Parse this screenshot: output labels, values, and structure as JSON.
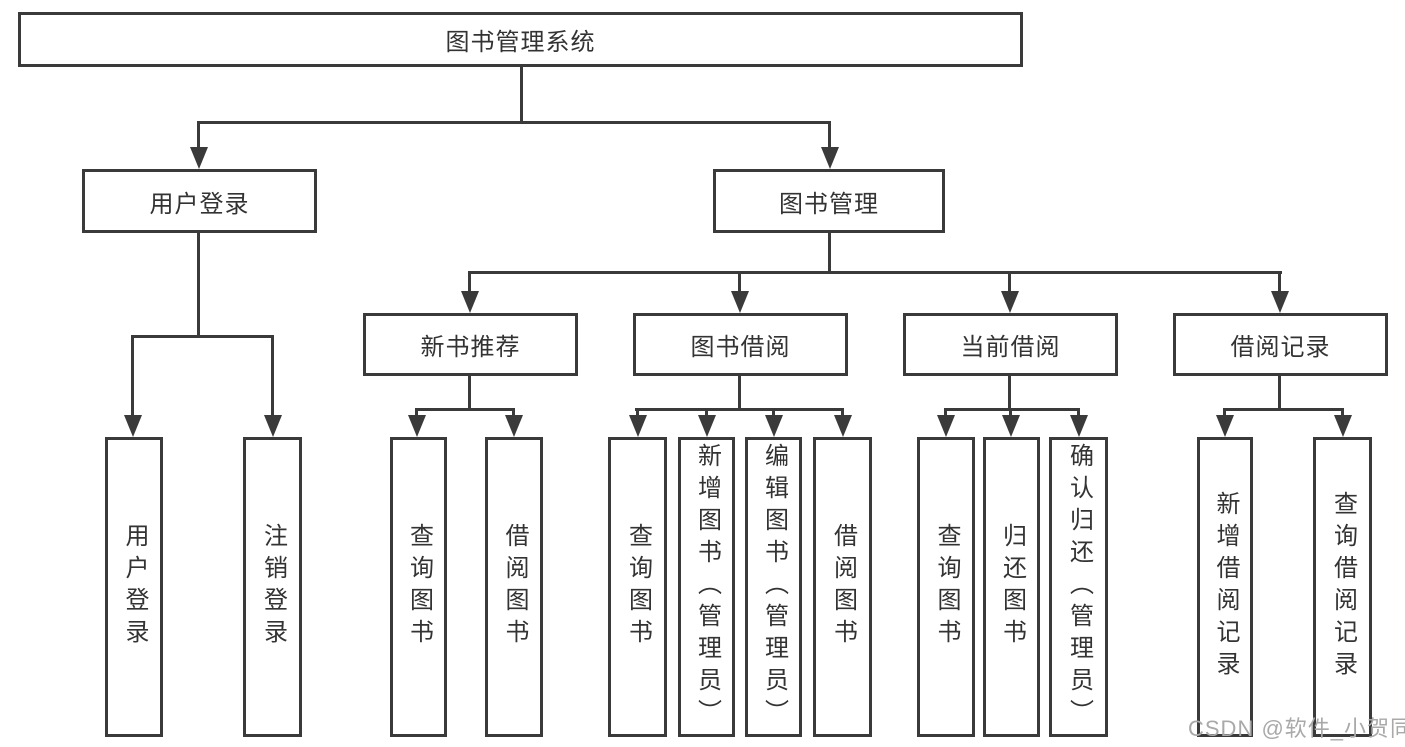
{
  "diagram": {
    "root": {
      "label": "图书管理系统"
    },
    "user_branch": {
      "label": "用户登录",
      "children": [
        {
          "label": "用户登录"
        },
        {
          "label": "注销登录"
        }
      ]
    },
    "book_branch": {
      "label": "图书管理",
      "groups": [
        {
          "label": "新书推荐",
          "children": [
            {
              "label": "查询图书"
            },
            {
              "label": "借阅图书"
            }
          ]
        },
        {
          "label": "图书借阅",
          "children": [
            {
              "label": "查询图书"
            },
            {
              "label": "新增图书（管理员）"
            },
            {
              "label": "编辑图书（管理员）"
            },
            {
              "label": "借阅图书"
            }
          ]
        },
        {
          "label": "当前借阅",
          "children": [
            {
              "label": "查询图书"
            },
            {
              "label": "归还图书"
            },
            {
              "label": "确认归还（管理员）"
            }
          ]
        },
        {
          "label": "借阅记录",
          "children": [
            {
              "label": "新增借阅记录"
            },
            {
              "label": "查询借阅记录"
            }
          ]
        }
      ]
    },
    "watermark": "CSDN @软件_小贺同学"
  },
  "colors": {
    "line": "#3a3a3a",
    "text": "#333333",
    "watermark": "#a9a9a9",
    "background": "#ffffff"
  }
}
